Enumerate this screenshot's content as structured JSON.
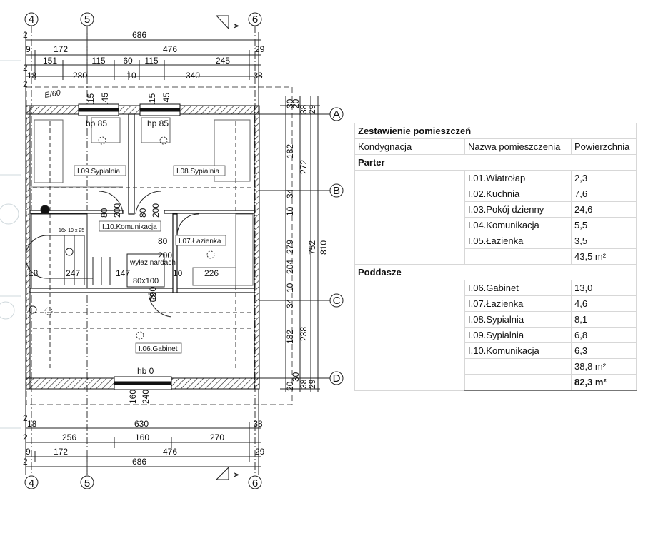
{
  "plan": {
    "axes": {
      "x1": "4",
      "x2": "5",
      "x3": "6",
      "y1": "A",
      "y2": "B",
      "y3": "C",
      "y4": "D",
      "section": "A"
    },
    "top_dims": {
      "row1": [
        "2",
        "686"
      ],
      "row2": [
        "9",
        "172",
        "476",
        "29"
      ],
      "row3": [
        "151",
        "115",
        "60",
        "115",
        "245",
        "2"
      ],
      "row4": [
        "18",
        "280",
        "10",
        "340",
        "38",
        "2"
      ]
    },
    "bottom_dims": {
      "row1": [
        "2",
        "18",
        "630",
        "38"
      ],
      "row2": [
        "2",
        "256",
        "160",
        "270"
      ],
      "row3": [
        "9",
        "172",
        "476",
        "29"
      ],
      "row4": [
        "2",
        "686"
      ]
    },
    "window_dims": [
      "115",
      "145",
      "115",
      "145"
    ],
    "right_dims": {
      "left": [
        "30",
        "182",
        "34",
        "10",
        "204",
        "10",
        "34",
        "182",
        "20"
      ],
      "mid": [
        "20",
        "38",
        "272",
        "279",
        "238",
        "30",
        "38"
      ],
      "outer": [
        "29",
        "752",
        "810",
        "29"
      ]
    },
    "interior": {
      "hp1": "hp 85",
      "hp2": "hp 85",
      "hb": "hb 0",
      "d80a": "80",
      "d200a": "200",
      "d80b": "80",
      "d200b": "200",
      "d80c": "80",
      "d200c": "200",
      "d10": "10",
      "d226": "226",
      "d247": "247",
      "d147": "147",
      "d18": "18",
      "d200d": "200",
      "d80d": "80",
      "d160": "160",
      "d240": "240",
      "stair": "16x 19 x 25",
      "hatch_title": "wyłaz nardach",
      "hatch_size": "80x100",
      "note": "E/60"
    },
    "rooms": {
      "r09": "I.09.Sypialnia",
      "r08": "I.08.Sypialnia",
      "r10": "I.10.Komunikacja",
      "r07": "I.07.Łazienka",
      "r06": "I.06.Gabinet"
    }
  },
  "table": {
    "title": "Zestawienie pomieszczeń",
    "headers": [
      "Kondygnacja",
      "Nazwa pomieszczenia",
      "Powierzchnia"
    ],
    "groups": [
      {
        "name": "Parter",
        "rows": [
          [
            "I.01.Wiatrołap",
            "2,3"
          ],
          [
            "I.02.Kuchnia",
            "7,6"
          ],
          [
            "I.03.Pokój dzienny",
            "24,6"
          ],
          [
            "I.04.Komunikacja",
            "5,5"
          ],
          [
            "I.05.Łazienka",
            "3,5"
          ]
        ],
        "subtotal": "43,5 m²"
      },
      {
        "name": "Poddasze",
        "rows": [
          [
            "I.06.Gabinet",
            "13,0"
          ],
          [
            "I.07.Łazienka",
            "4,6"
          ],
          [
            "I.08.Sypialnia",
            "8,1"
          ],
          [
            "I.09.Sypialnia",
            "6,8"
          ],
          [
            "I.10.Komunikacja",
            "6,3"
          ]
        ],
        "subtotal": "38,8 m²"
      }
    ],
    "total": "82,3 m²"
  }
}
